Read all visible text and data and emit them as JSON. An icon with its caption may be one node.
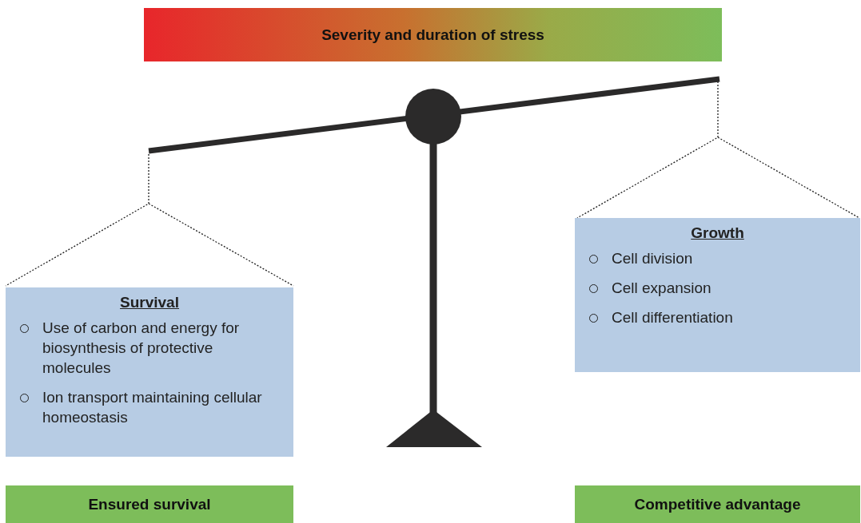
{
  "diagram": {
    "nodes": [
      {
        "text": [
          "Severity and duration of stress"
        ]
      },
      {
        "text": [],
        "shape": "picture"
      },
      {
        "text": [
          "Survival",
          "Use of carbon and energy for biosynthesis of protective molecules",
          "Ion transport maintaining cellular homeostasis"
        ]
      },
      {
        "text": [
          "Growth",
          "Cell division",
          "Cell expansion",
          "Cell differentiation"
        ]
      },
      {
        "text": [
          "Ensured survival"
        ]
      },
      {
        "text": [
          "Competitive advantage"
        ]
      }
    ],
    "edges": [
      {
        "from": 1,
        "to": 2,
        "arrow": "none",
        "style": "dashed"
      },
      {
        "from": 1,
        "to": 3,
        "arrow": "none",
        "style": "dashed"
      }
    ]
  }
}
